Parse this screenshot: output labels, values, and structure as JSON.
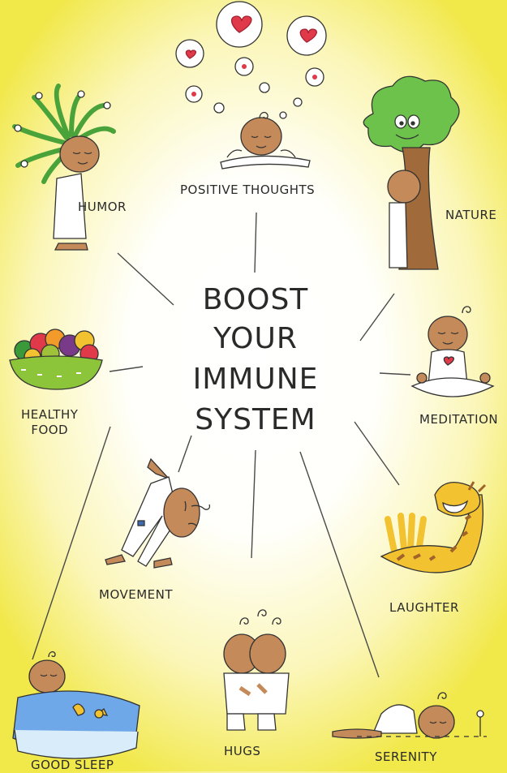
{
  "title": {
    "line1": "BOOST",
    "line2": "YOUR",
    "line3": "IMMUNE",
    "line4": "SYSTEM"
  },
  "labels": {
    "positive_thoughts": "POSITIVE THOUGHTS",
    "humor": "HUMOR",
    "nature": "NATURE",
    "healthy_food_1": "HEALTHY",
    "healthy_food_2": "FOOD",
    "meditation": "MEDITATION",
    "movement": "MOVEMENT",
    "laughter": "LAUGHTER",
    "good_sleep": "GOOD SLEEP",
    "hugs": "HUGS",
    "serenity": "SERENITY"
  },
  "colors": {
    "background_edge": "#f1e84a",
    "skin": "#c58a5a",
    "leaf_green": "#6cc24a",
    "heart_red": "#e0394a",
    "blanket_blue": "#6ea8e8",
    "giraffe_yellow": "#f2c230"
  }
}
